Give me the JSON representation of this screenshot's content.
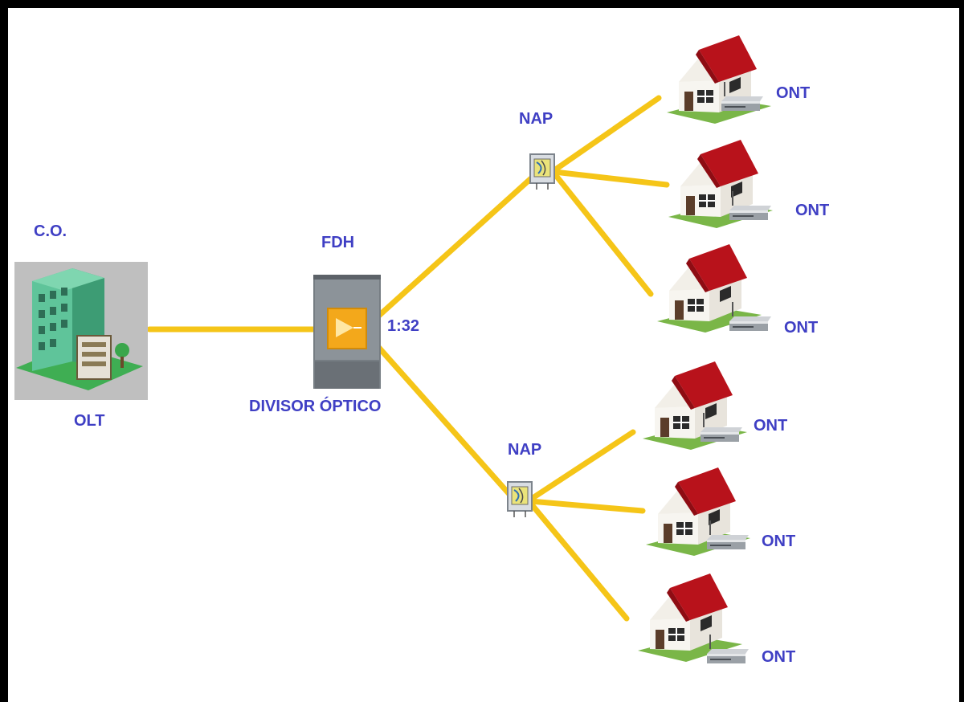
{
  "labels": {
    "co": "C.O.",
    "olt": "OLT",
    "fdh": "FDH",
    "ratio": "1:32",
    "splitter": "DIVISOR ÓPTICO",
    "nap_top": "NAP",
    "nap_bottom": "NAP",
    "ont": [
      "ONT",
      "ONT",
      "ONT",
      "ONT",
      "ONT",
      "ONT"
    ]
  },
  "colors": {
    "fiber": "#f5c518",
    "label_text": "#3f3fc4",
    "border": "#000000"
  },
  "icons": {
    "central_office": "building-with-olt-icon",
    "fdh": "fdh-cabinet-icon",
    "nap": "nap-enclosure-icon",
    "home": "house-icon",
    "ont": "ont-router-icon"
  }
}
